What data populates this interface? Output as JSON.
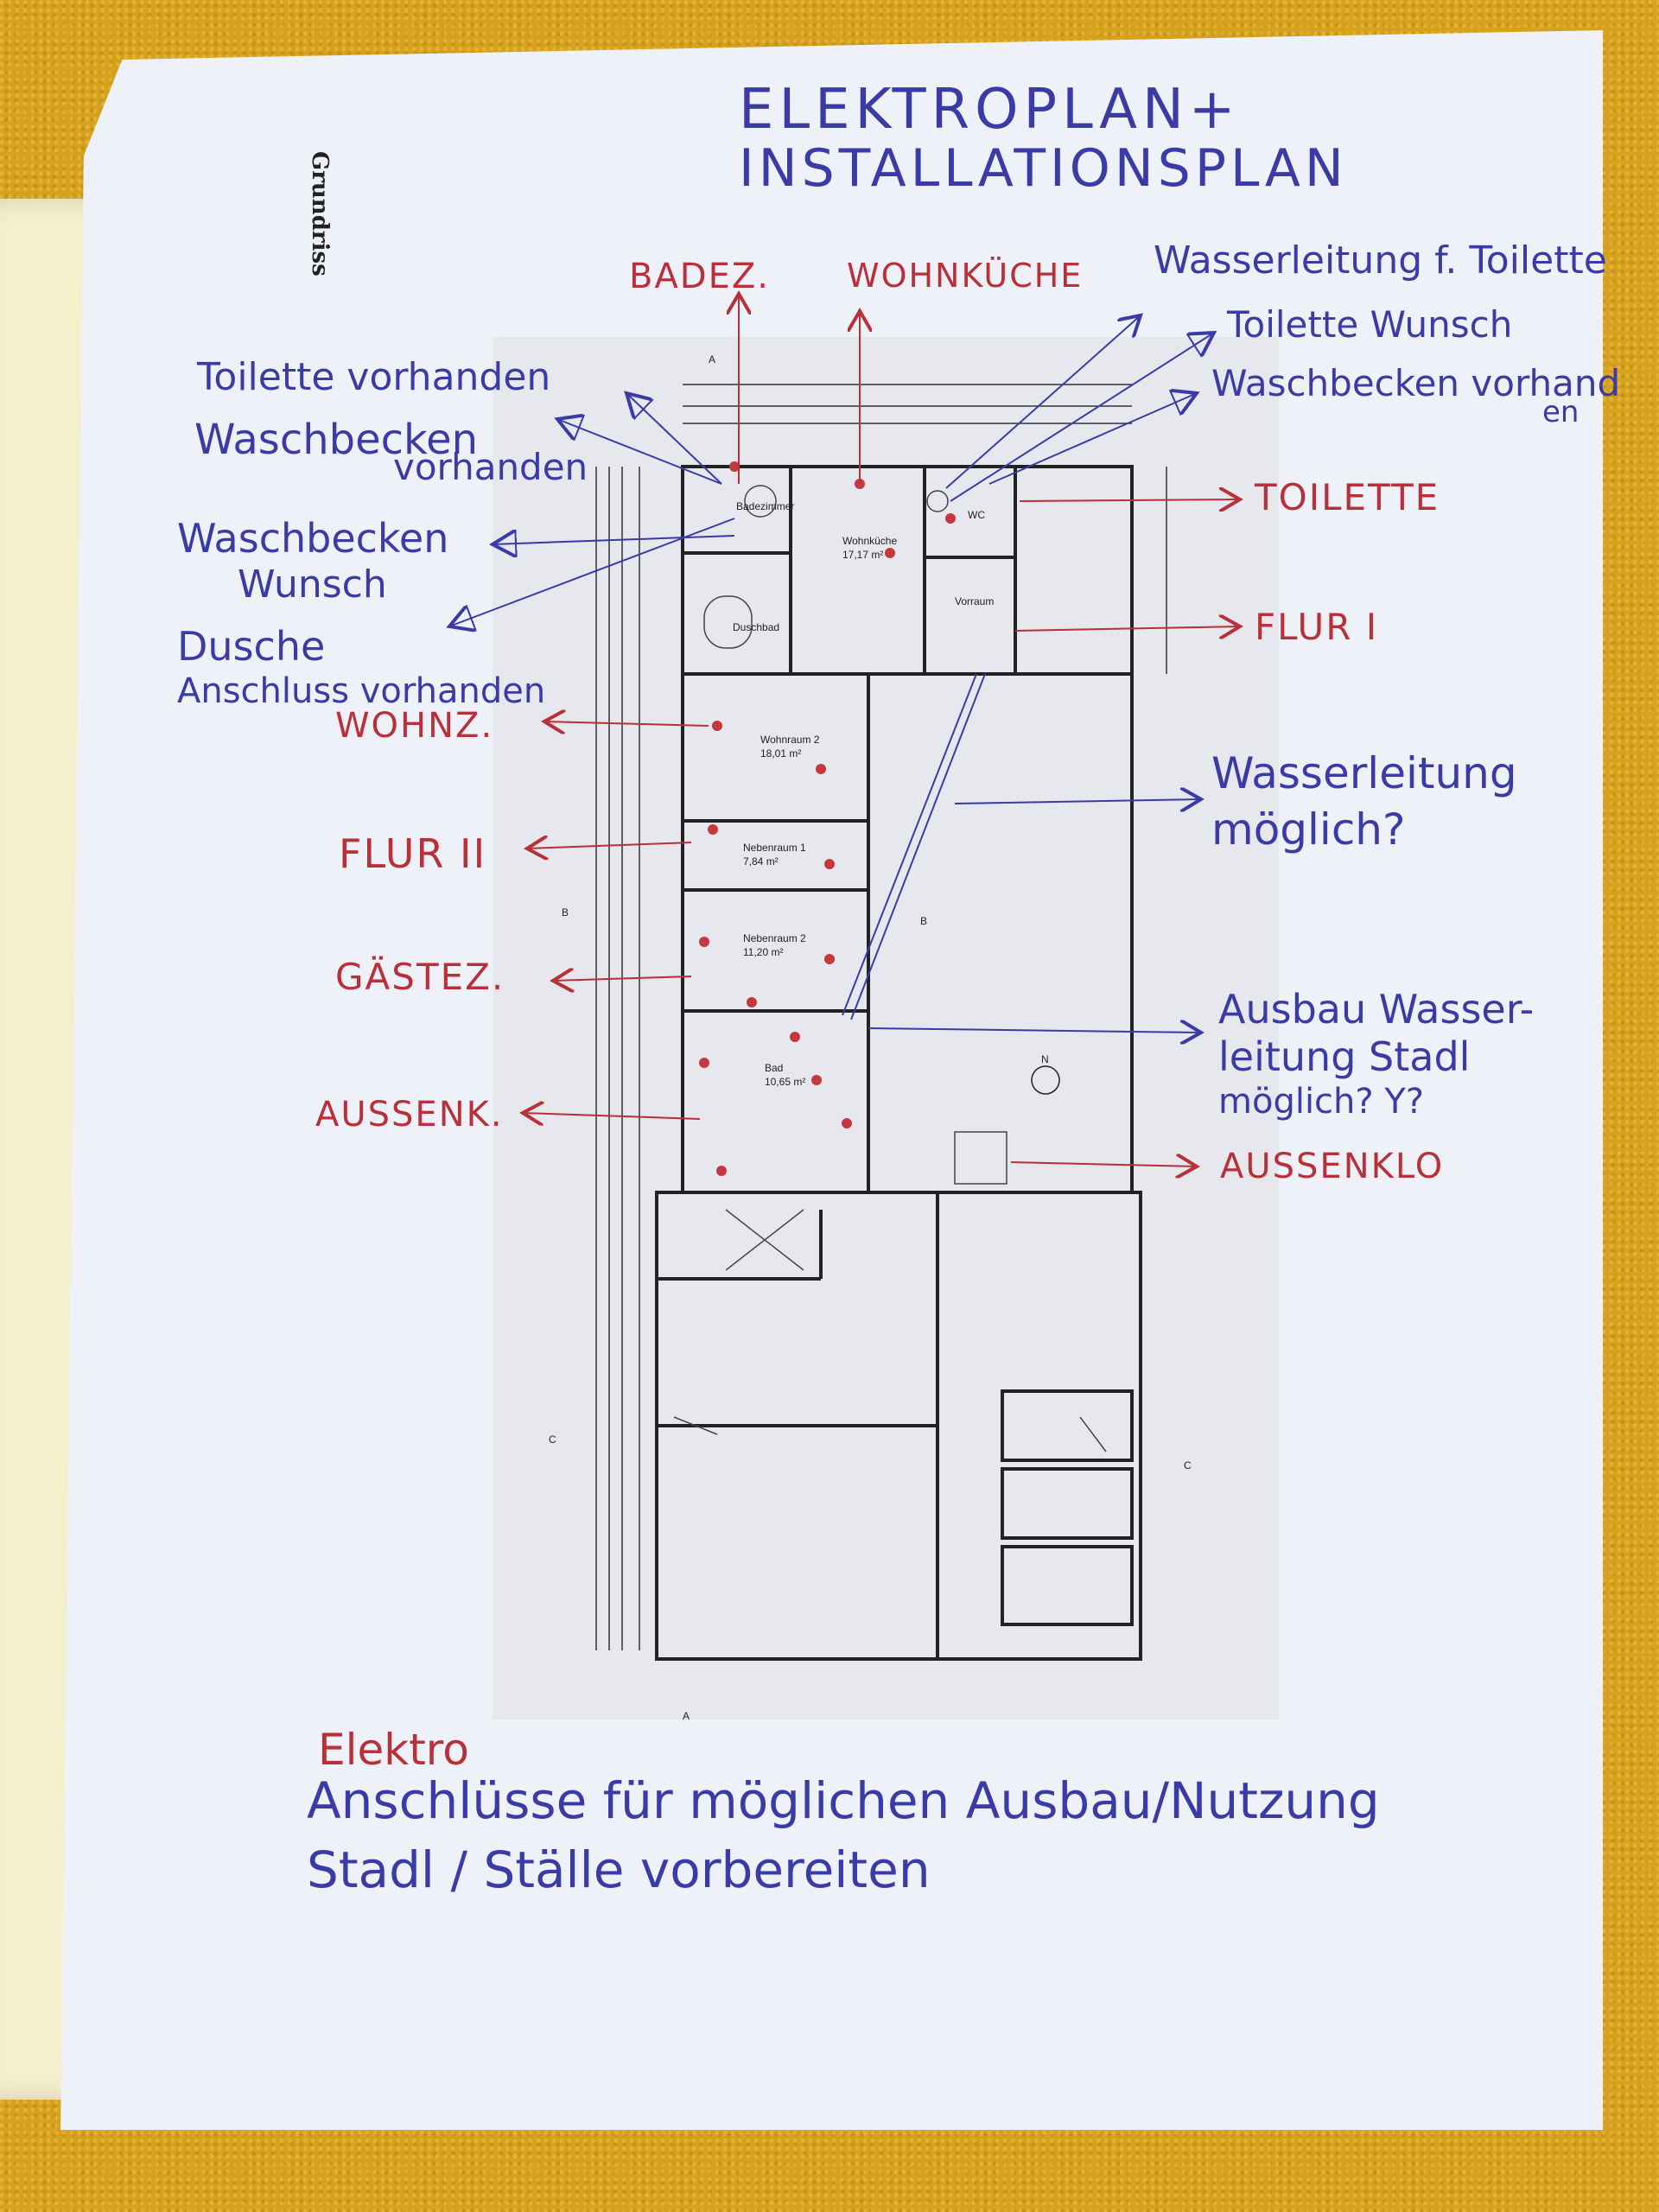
{
  "book_label": "Grundriss",
  "title": {
    "line1": "ELEKTROPLAN+",
    "line2": "INSTALLATIONSPLAN"
  },
  "annotations": {
    "badez": "BADEZ.",
    "wohnkueche": "WOHNKÜCHE",
    "wasserleitung_toilette": "Wasserleitung f. Toilette",
    "toilette_wunsch": "Toilette Wunsch",
    "waschbecken_vorhanden_right_1": "Waschbecken vorhand",
    "waschbecken_vorhanden_right_2": "en",
    "toilette_vorhanden": "Toilette vorhanden",
    "waschbecken_vorhanden_left_1": "Waschbecken",
    "waschbecken_vorhanden_left_2": "vorhanden",
    "waschbecken_wunsch_1": "Waschbecken",
    "waschbecken_wunsch_2": "Wunsch",
    "dusche_1": "Dusche",
    "dusche_2": "Anschluss vorhanden",
    "toilette": "TOILETTE",
    "flur1": "FLUR I",
    "wohnz": "WOHNZ.",
    "wasserleitung_moeglich_1": "Wasserleitung",
    "wasserleitung_moeglich_2": "möglich?",
    "flur2": "FLUR II",
    "gaestez": "GÄSTEZ.",
    "ausbau_1": "Ausbau Wasser-",
    "ausbau_2": "leitung Stadl",
    "ausbau_3": "möglich? Y?",
    "aussenk": "AUSSENK.",
    "aussenklo": "AUSSENKLO"
  },
  "plan_labels": {
    "duschbad": "Duschbad",
    "badezimmer": "Badezimmer",
    "wohnkueche": "Wohnküche",
    "wohnkueche_area": "17,17 m²",
    "wc": "WC",
    "vorraum": "Vorraum",
    "wohnraum2": "Wohnraum 2",
    "wohnraum2_area": "18,01 m²",
    "nebenraum1": "Nebenraum 1",
    "nebenraum1_area": "7,84 m²",
    "nebenraum2": "Nebenraum 2",
    "nebenraum2_area": "11,20 m²",
    "bad": "Bad",
    "bad_area": "10,65 m²",
    "section_a": "A",
    "section_b": "B",
    "section_c": "C",
    "north": "N"
  },
  "footer": {
    "line1": "Elektro",
    "line2": "Anschlüsse für möglichen Ausbau/Nutzung",
    "line3": "Stadl / Ställe vorbereiten"
  },
  "colors": {
    "ink_blue": "#3a3ba6",
    "ink_red": "#b8303a",
    "paper": "#eef1f7",
    "background": "#d6a21e"
  }
}
